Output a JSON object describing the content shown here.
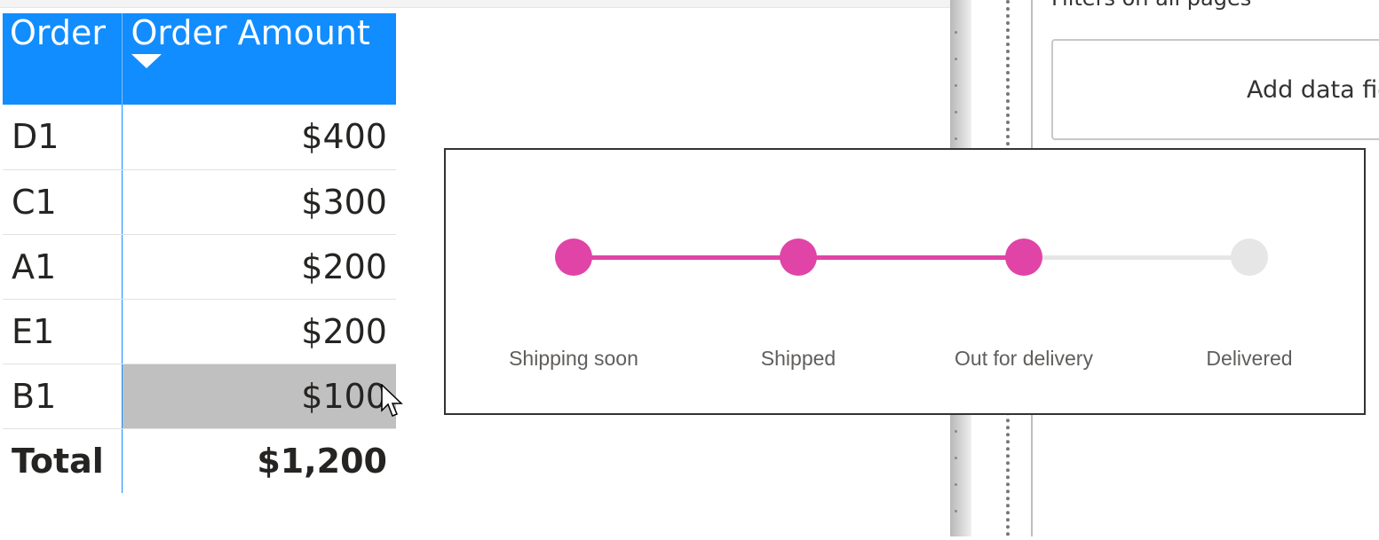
{
  "table": {
    "headers": [
      "Order",
      "Order Amount"
    ],
    "sort": "descending",
    "rows": [
      {
        "order": "D1",
        "amount": "$400"
      },
      {
        "order": "C1",
        "amount": "$300"
      },
      {
        "order": "A1",
        "amount": "$200"
      },
      {
        "order": "E1",
        "amount": "$200"
      },
      {
        "order": "B1",
        "amount": "$100"
      }
    ],
    "total_label": "Total",
    "total_value": "$1,200",
    "header_color": "#118dff",
    "selected_row": "B1"
  },
  "stepper": {
    "steps": [
      "Shipping soon",
      "Shipped",
      "Out for delivery",
      "Delivered"
    ],
    "completed_steps": 3,
    "active_color": "#e044a7",
    "inactive_color": "#e6e6e6"
  },
  "filters": {
    "title": "Filters on all pages",
    "dropzone": "Add data fields here"
  }
}
